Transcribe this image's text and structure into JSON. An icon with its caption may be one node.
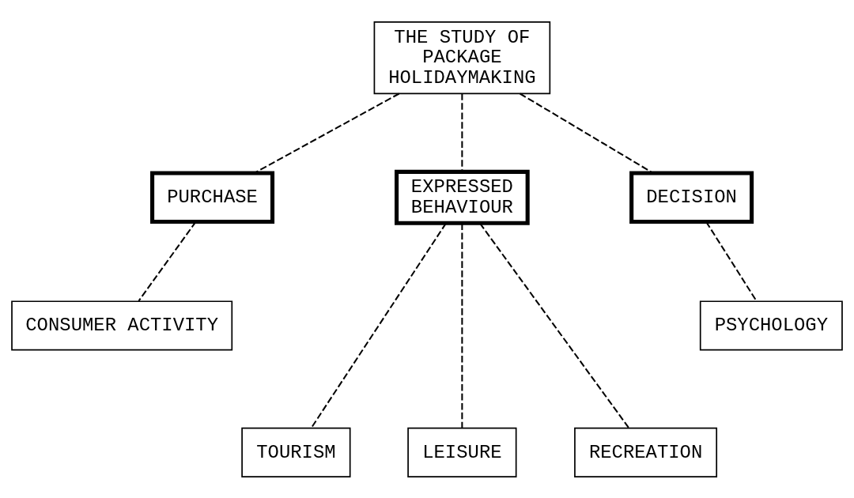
{
  "diagram": {
    "nodes": [
      {
        "text": [
          "THE STUDY OF PACKAGE HOLIDAYMAKING"
        ]
      },
      {
        "text": [
          "PURCHASE"
        ]
      },
      {
        "text": [
          "EXPRESSED BEHAVIOUR"
        ]
      },
      {
        "text": [
          "DECISION"
        ]
      },
      {
        "text": [
          "CONSUMER ACTIVITY"
        ]
      },
      {
        "text": [
          "PSYCHOLOGY"
        ]
      },
      {
        "text": [
          "TOURISM"
        ]
      },
      {
        "text": [
          "LEISURE"
        ]
      },
      {
        "text": [
          "RECREATION"
        ]
      }
    ],
    "edges": [
      {
        "from": 0,
        "to": 1,
        "arrow": "none",
        "style": "dashed"
      },
      {
        "from": 0,
        "to": 2,
        "arrow": "none",
        "style": "dashed"
      },
      {
        "from": 0,
        "to": 3,
        "arrow": "none",
        "style": "dashed"
      },
      {
        "from": 1,
        "to": 4,
        "arrow": "none",
        "style": "dashed"
      },
      {
        "from": 3,
        "to": 5,
        "arrow": "none",
        "style": "dashed"
      },
      {
        "from": 2,
        "to": 6,
        "arrow": "none",
        "style": "dashed"
      },
      {
        "from": 2,
        "to": 7,
        "arrow": "none",
        "style": "dashed"
      },
      {
        "from": 2,
        "to": 8,
        "arrow": "none",
        "style": "dashed"
      }
    ]
  }
}
